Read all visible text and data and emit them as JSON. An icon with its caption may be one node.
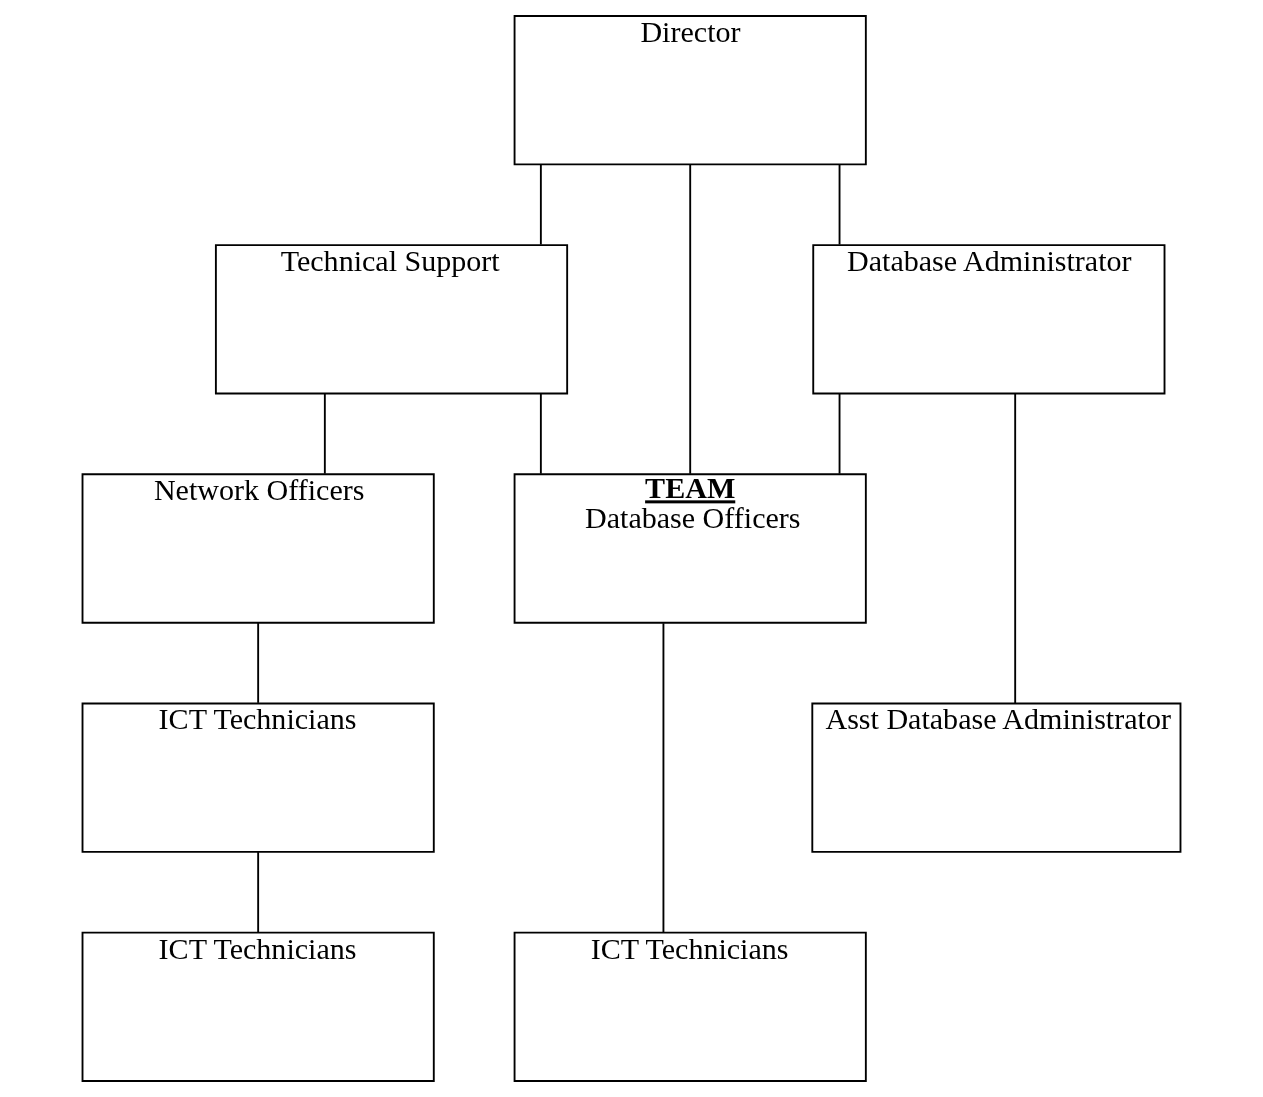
{
  "diagram": {
    "nodes": [
      {
        "text": [
          "Director"
        ]
      },
      {
        "text": [
          "Technical Support"
        ]
      },
      {
        "text": [
          "Database Administrator"
        ]
      },
      {
        "text": [
          "Network Officers"
        ]
      },
      {
        "text": [
          "TEAM",
          "Database Officers"
        ]
      },
      {
        "text": [
          "ICT Technicians"
        ]
      },
      {
        "text": [
          "Asst Database Administrator"
        ]
      },
      {
        "text": [
          "ICT Technicians"
        ]
      },
      {
        "text": [
          "ICT Technicians"
        ]
      }
    ],
    "edges": [
      {
        "from": 0,
        "to": 1,
        "arrow": "none"
      },
      {
        "from": 0,
        "to": 2,
        "arrow": "none"
      },
      {
        "from": 0,
        "to": 4,
        "arrow": "none"
      },
      {
        "from": 1,
        "to": 3,
        "arrow": "none"
      },
      {
        "from": 1,
        "to": 4,
        "arrow": "none"
      },
      {
        "from": 2,
        "to": 4,
        "arrow": "none"
      },
      {
        "from": 2,
        "to": 6,
        "arrow": "none"
      },
      {
        "from": 3,
        "to": 5,
        "arrow": "none"
      },
      {
        "from": 5,
        "to": 7,
        "arrow": "none"
      },
      {
        "from": 4,
        "to": 8,
        "arrow": "none"
      }
    ]
  }
}
